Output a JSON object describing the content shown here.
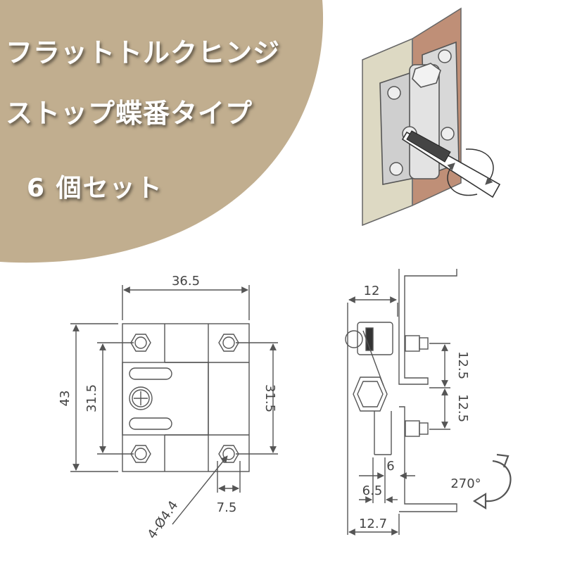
{
  "title": {
    "line1": "フラットトルクヒンジ",
    "line2": "ストップ蝶番タイプ",
    "line3": "6 個セット"
  },
  "dimensions": {
    "width": "36.5",
    "height": "43",
    "pitch_left": "31.5",
    "pitch_right": "31.5",
    "hole_offset": "7.5",
    "hole_spec": "4-Ø4.4",
    "side_depth": "12",
    "side_pitch_upper": "12.5",
    "side_pitch_lower": "12.5",
    "side_thickness": "6",
    "side_offset": "6.5",
    "side_total": "12.7",
    "rotation": "270°"
  },
  "colors": {
    "banner": "#c1ae8f",
    "panel_left": "#ddd9c3",
    "panel_right": "#bf8f77",
    "line": "#555555"
  }
}
